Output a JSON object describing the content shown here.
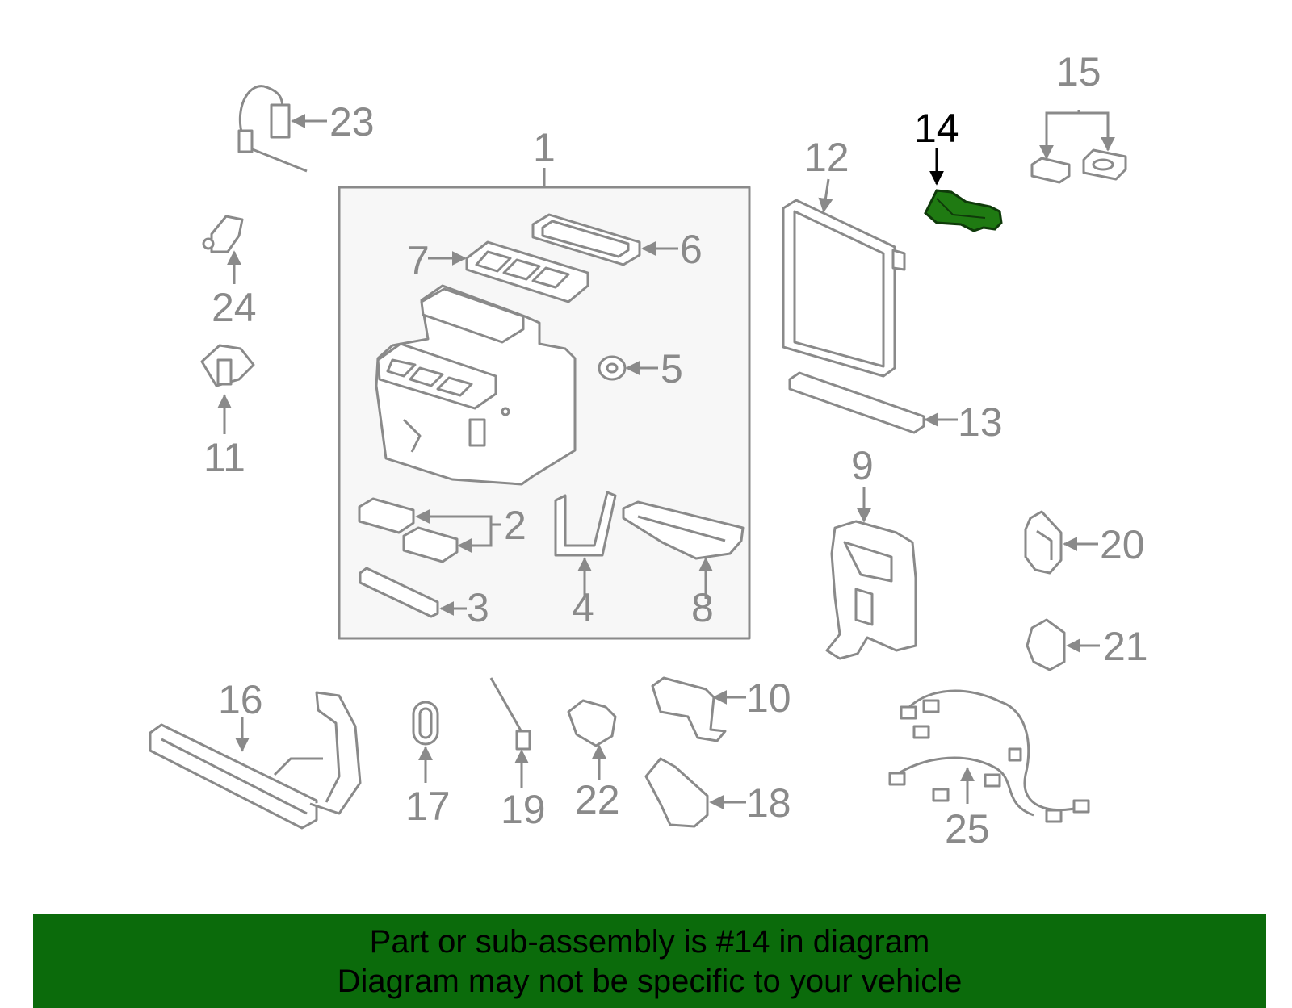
{
  "diagram": {
    "callouts": [
      "1",
      "2",
      "3",
      "4",
      "5",
      "6",
      "7",
      "8",
      "9",
      "10",
      "11",
      "12",
      "13",
      "14",
      "15",
      "16",
      "17",
      "18",
      "19",
      "20",
      "21",
      "22",
      "23",
      "24",
      "25"
    ],
    "highlighted_callout": "14",
    "colors": {
      "line_art": "#8a8a8a",
      "highlight_part": "#1f7a12",
      "highlight_label": "#000000",
      "group_box_fill": "#f7f7f7"
    }
  },
  "banner": {
    "line1": "Part or sub-assembly is #14 in diagram",
    "line2": "Diagram may not be specific to your vehicle",
    "background": "#0b6b0b"
  }
}
